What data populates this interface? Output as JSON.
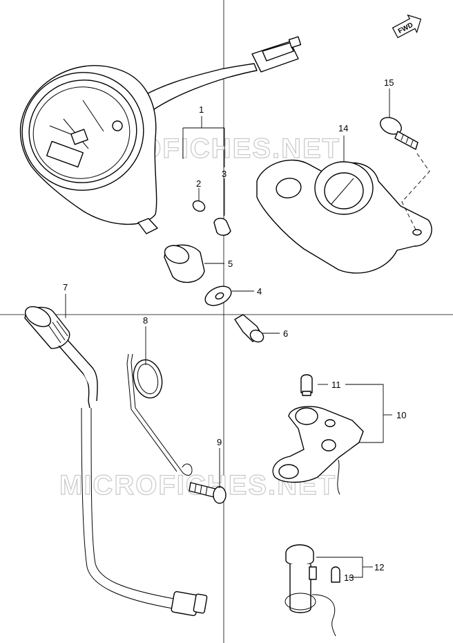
{
  "watermark": {
    "text_upper": "MICROFICHES.NET",
    "text_lower": "MICROFICHES.NET"
  },
  "direction_badge": {
    "label": "FWD"
  },
  "callouts": [
    {
      "id": "1",
      "label": "1"
    },
    {
      "id": "2",
      "label": "2"
    },
    {
      "id": "3",
      "label": "3"
    },
    {
      "id": "4",
      "label": "4"
    },
    {
      "id": "5",
      "label": "5"
    },
    {
      "id": "6",
      "label": "6"
    },
    {
      "id": "7",
      "label": "7"
    },
    {
      "id": "8",
      "label": "8"
    },
    {
      "id": "9",
      "label": "9"
    },
    {
      "id": "10",
      "label": "10"
    },
    {
      "id": "11",
      "label": "11"
    },
    {
      "id": "12",
      "label": "12"
    },
    {
      "id": "13",
      "label": "13"
    },
    {
      "id": "14",
      "label": "14"
    },
    {
      "id": "15",
      "label": "15"
    }
  ],
  "colors": {
    "line": "#000000",
    "watermark": "#c8c8c8",
    "background": "#ffffff"
  }
}
